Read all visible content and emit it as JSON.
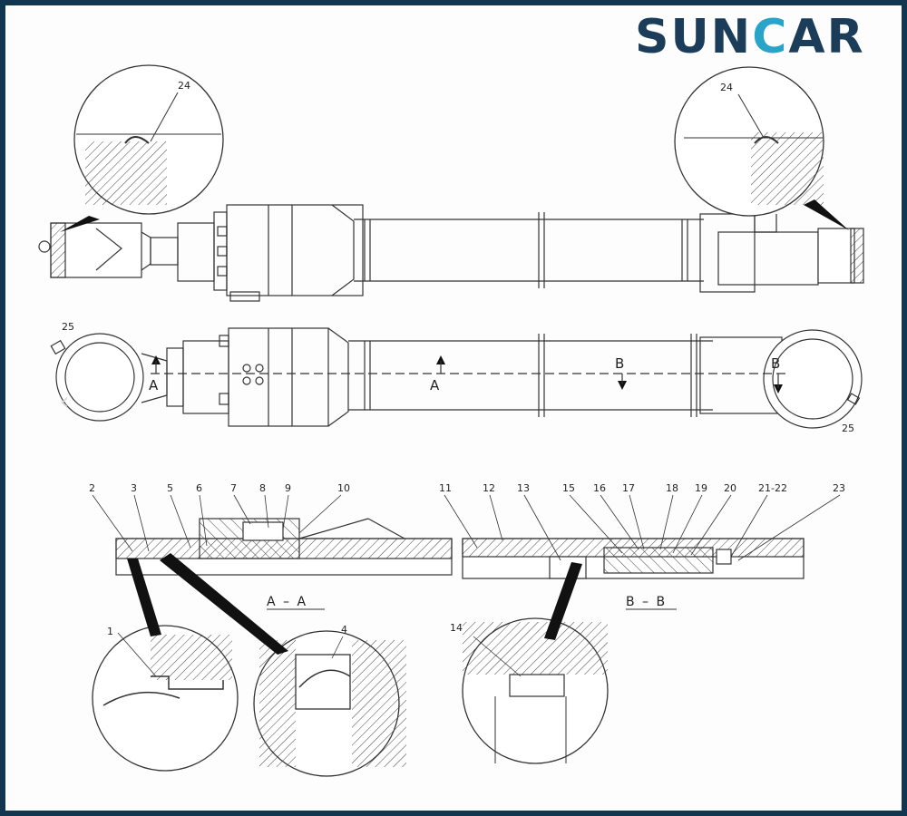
{
  "brand": {
    "name_start": "SUN",
    "name_accent": "C",
    "name_end": "AR",
    "primary_color": "#1c3d5a",
    "accent_color": "#2aa3c9",
    "frame_color": "#12364f"
  },
  "callouts": {
    "top_left_detail": "24",
    "top_right_detail": "24",
    "mid_left_detail": "25",
    "mid_right_detail": "25"
  },
  "section_markers": {
    "a_left": "A",
    "a_mid": "A",
    "b_mid": "B",
    "b_right": "B"
  },
  "section_titles": {
    "aa": "A – A",
    "bb": "B – B"
  },
  "parts_aa": [
    "2",
    "3",
    "5",
    "6",
    "7",
    "8",
    "9",
    "10"
  ],
  "parts_bb": [
    "11",
    "12",
    "13",
    "15",
    "16",
    "17",
    "18",
    "19",
    "20",
    "21-22",
    "23"
  ],
  "detail_labels": {
    "seal_1": "1",
    "seal_4": "4",
    "bush_14": "14"
  },
  "nav": {
    "prev_icon": "chevron-left-icon",
    "prev_glyph": "‹"
  }
}
